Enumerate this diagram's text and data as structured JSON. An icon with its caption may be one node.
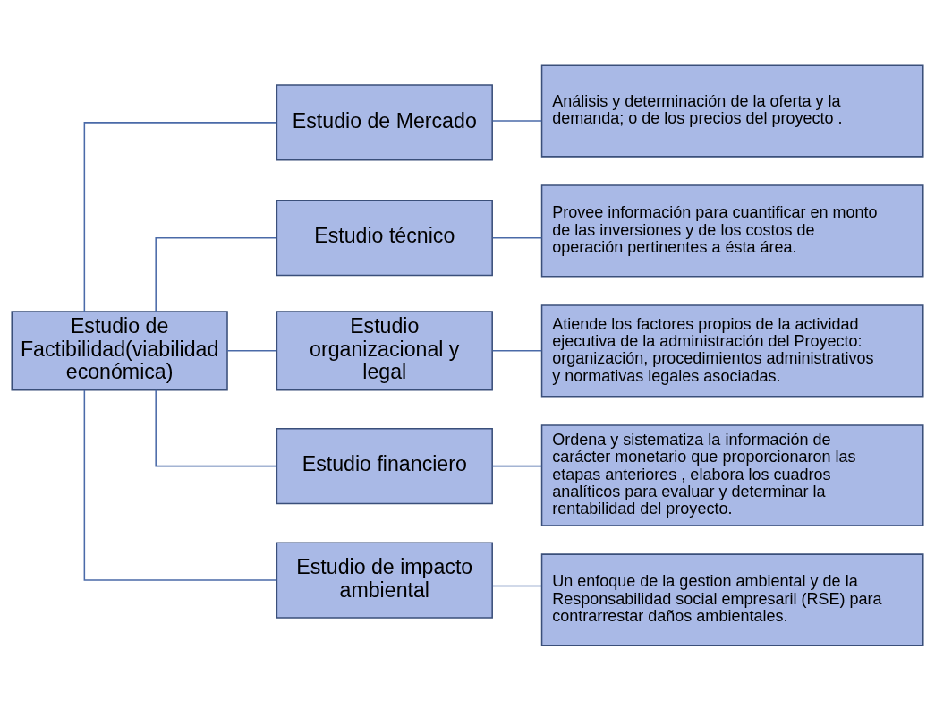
{
  "diagram": {
    "nodes": [
      {
        "text": [
          "Estudio de Factibilidad(viabilidad económica)"
        ]
      },
      {
        "text": [
          "Estudio de Mercado"
        ]
      },
      {
        "text": [
          "Estudio técnico"
        ]
      },
      {
        "text": [
          "Estudio organizacional y legal"
        ]
      },
      {
        "text": [
          "Estudio financiero"
        ]
      },
      {
        "text": [
          "Estudio de impacto ambiental"
        ]
      },
      {
        "text": [
          "Análisis y determinación de la oferta y la demanda; o de los precios del proyecto ."
        ]
      },
      {
        "text": [
          "Provee información para cuantificar en monto de las inversiones y de los costos de operación pertinentes a ésta área."
        ]
      },
      {
        "text": [
          "Atiende los factores propios de la actividad ejecutiva de la administración del Proyecto: organización, procedimientos administrativos y normativas legales asociadas."
        ]
      },
      {
        "text": [
          "Ordena y sistematiza la información de carácter monetario que proporcionaron las etapas anteriores , elabora los cuadros analíticos para evaluar y determinar la rentabilidad del proyecto."
        ]
      },
      {
        "text": [
          "Un enfoque de la gestion ambiental y de la Responsabilidad social empresaril (RSE) para contrarrestar daños ambientales."
        ]
      }
    ],
    "edges": [
      {
        "from": 0,
        "to": 1,
        "arrow": "none"
      },
      {
        "from": 0,
        "to": 2,
        "arrow": "none"
      },
      {
        "from": 0,
        "to": 3,
        "arrow": "none"
      },
      {
        "from": 0,
        "to": 4,
        "arrow": "none"
      },
      {
        "from": 0,
        "to": 5,
        "arrow": "none"
      },
      {
        "from": 1,
        "to": 6,
        "arrow": "none"
      },
      {
        "from": 2,
        "to": 7,
        "arrow": "none"
      },
      {
        "from": 3,
        "to": 8,
        "arrow": "none"
      },
      {
        "from": 4,
        "to": 9,
        "arrow": "none"
      },
      {
        "from": 5,
        "to": 10,
        "arrow": "none"
      }
    ]
  }
}
